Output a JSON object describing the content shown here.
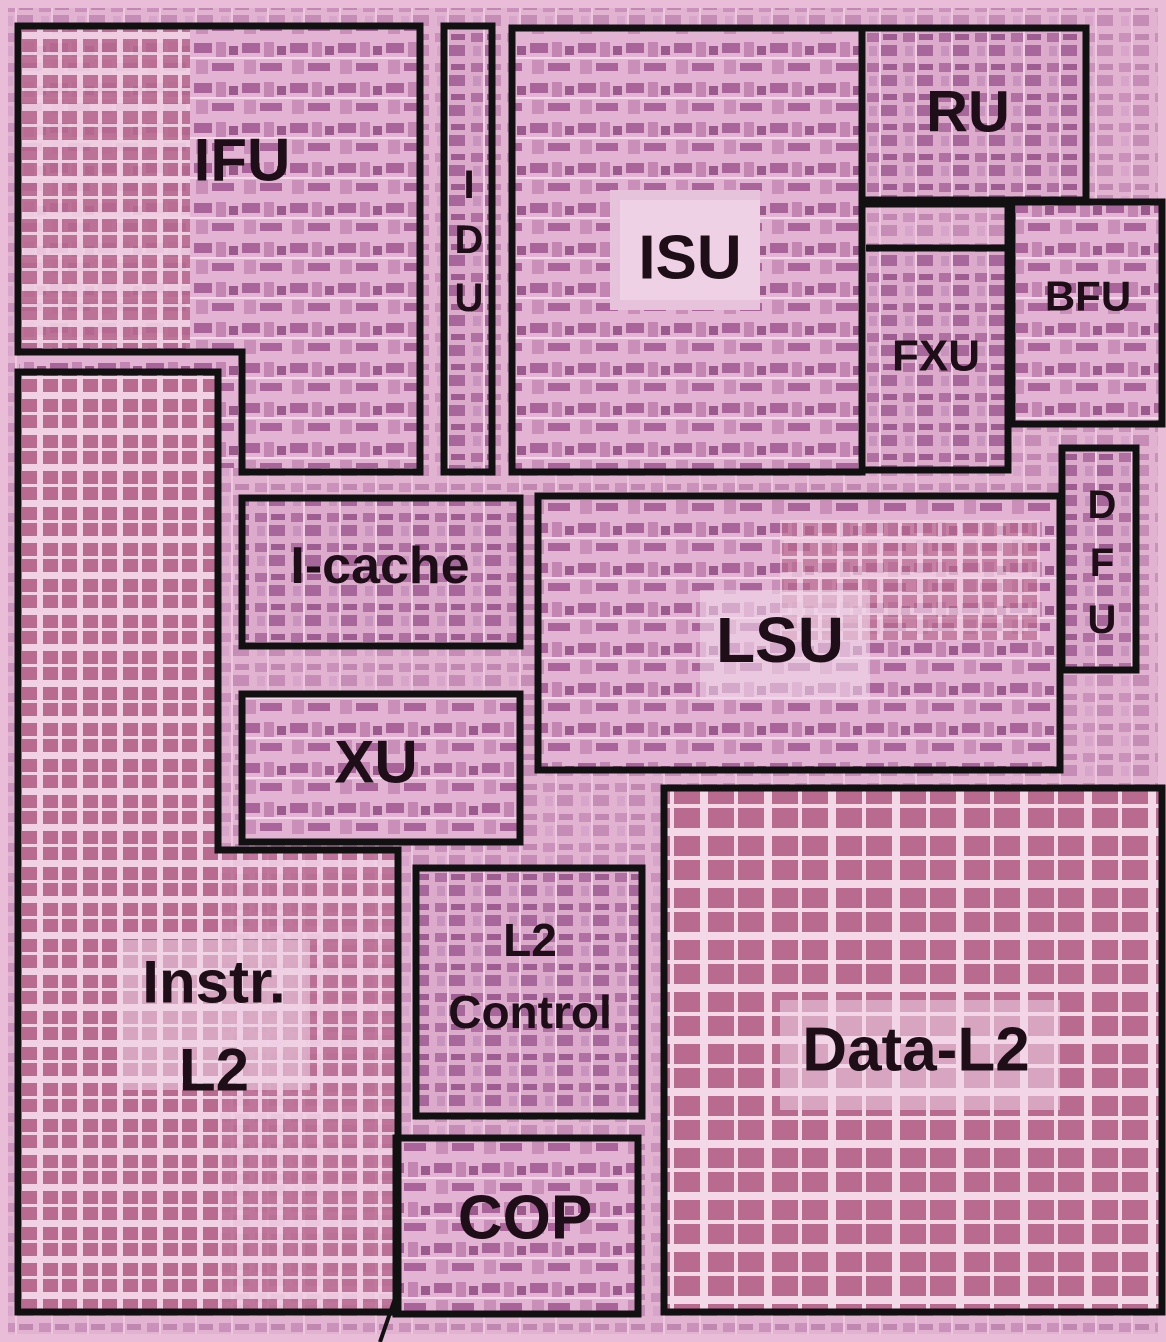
{
  "units": {
    "ifu": "IFU",
    "idu": "IDU",
    "isu": "ISU",
    "ru": "RU",
    "bfu": "BFU",
    "fxu": "FXU",
    "icache": "I-cache",
    "lsu": "LSU",
    "dfu": "DFU",
    "xu": "XU",
    "instr_l2": [
      "Instr.",
      "L2"
    ],
    "l2_control": [
      "L2",
      "Control"
    ],
    "data_l2": "Data-L2",
    "cop": "COP"
  },
  "colors": {
    "die_background": "#e9bcd8",
    "sram_array": "#b86a8f",
    "logic_dark": "#9a5a8c",
    "routing_light": "#f7e3f0",
    "outline": "#111111",
    "label": "#1d0e18"
  }
}
